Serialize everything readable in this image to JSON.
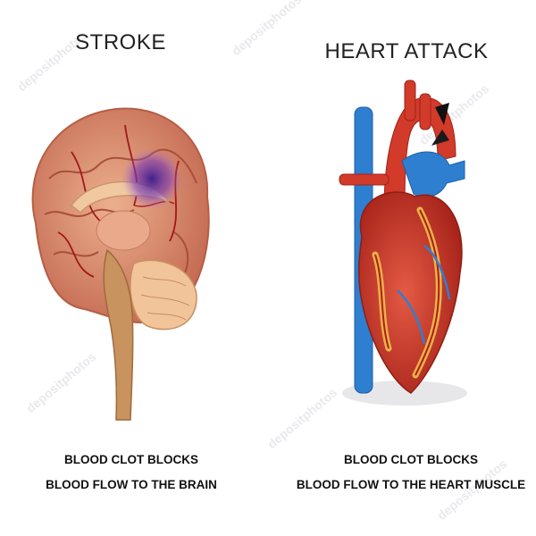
{
  "stroke": {
    "title": "STROKE",
    "caption_line1": "BLOOD CLOT BLOCKS",
    "caption_line2": "BLOOD FLOW TO THE BRAIN",
    "illustration": "brain-cross-section-icon"
  },
  "heart_attack": {
    "title": "HEART ATTACK",
    "caption_line1": "BLOOD CLOT BLOCKS",
    "caption_line2": "BLOOD FLOW TO THE HEART MUSCLE",
    "illustration": "heart-anatomy-icon"
  },
  "watermark": "depositphotos",
  "colors": {
    "brain_tissue": "#d9876a",
    "brain_vessel": "#a11818",
    "clot": "#5b2aa6",
    "heart_red": "#d23a2a",
    "heart_blue": "#2f7fd0",
    "heart_fat": "#e8b347",
    "brainstem": "#c8935e"
  }
}
